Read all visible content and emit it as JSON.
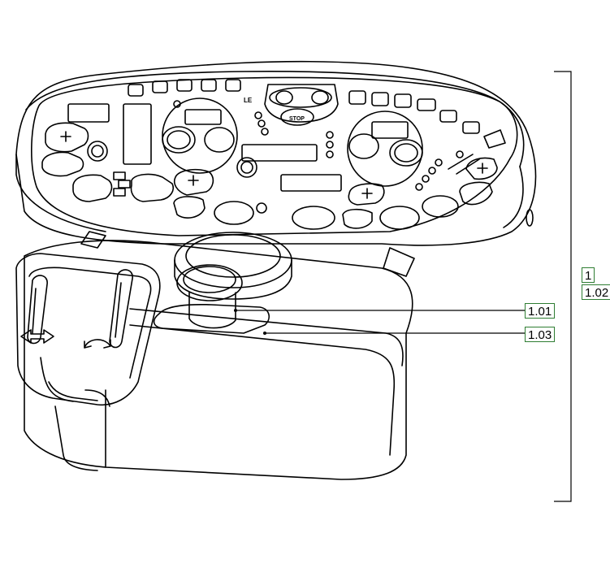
{
  "figure": {
    "callouts": [
      {
        "id": "1",
        "label": "1"
      },
      {
        "id": "1.02",
        "label": "1.02"
      },
      {
        "id": "1.01",
        "label": "1.01"
      },
      {
        "id": "1.03",
        "label": "1.03"
      }
    ],
    "panel_labels": {
      "stop": "STOP",
      "le": "LE"
    },
    "accent_color": "#2e7d32",
    "line_color": "#000000"
  }
}
